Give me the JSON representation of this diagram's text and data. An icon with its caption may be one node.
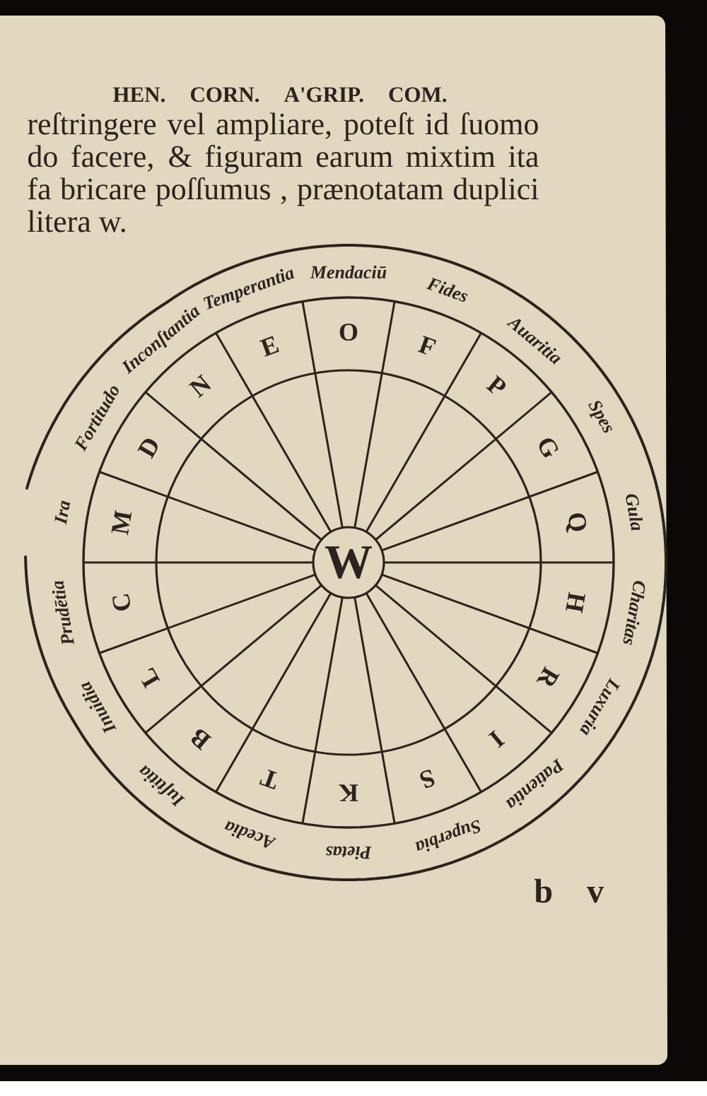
{
  "diagram": {
    "nodes": [
      {
        "text": [
          "O"
        ]
      },
      {
        "text": [
          "F"
        ]
      },
      {
        "text": [
          "P"
        ]
      },
      {
        "text": [
          "G"
        ]
      },
      {
        "text": [
          "Q"
        ]
      },
      {
        "text": [
          "H"
        ]
      },
      {
        "text": [
          "R"
        ]
      },
      {
        "text": [
          "I"
        ]
      },
      {
        "text": [
          "S"
        ]
      },
      {
        "text": [
          "K"
        ]
      },
      {
        "text": [
          "T"
        ]
      },
      {
        "text": [
          "B"
        ]
      },
      {
        "text": [
          "L"
        ]
      },
      {
        "text": [
          "C"
        ]
      },
      {
        "text": [
          "M"
        ]
      },
      {
        "text": [
          "D"
        ]
      },
      {
        "text": [
          "N"
        ]
      },
      {
        "text": [
          "E"
        ]
      },
      {
        "text": [
          "W"
        ]
      }
    ],
    "labels": [
      "HEN. CORN. A'GRIP. COM.",
      "reſtringere vel ampliare, poteſt id ſuomo do facere, & figuram earum mixtim ita fa bricare poſſumus , prænotatam duplici litera w.",
      "Mendaciū",
      "Fides",
      "Auaritia",
      "Spes",
      "Gula",
      "Charitas",
      "Luxuria",
      "Patientia",
      "Superbia",
      "Pietas",
      "Acedia",
      "Iuſtitia",
      "Inuidia",
      "Prudētia",
      "Ira",
      "Fortitudo",
      "Inconſtantia",
      "Temperantia",
      "b v"
    ]
  }
}
